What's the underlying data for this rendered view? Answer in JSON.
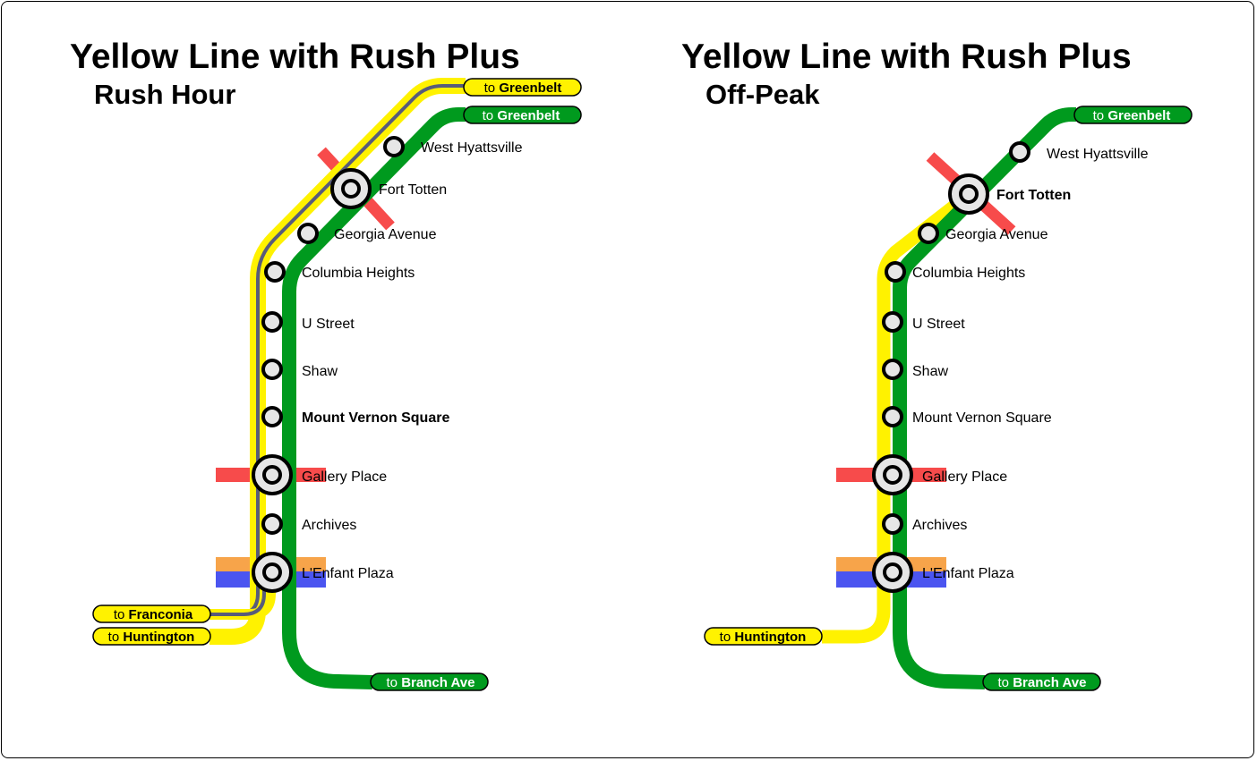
{
  "colors": {
    "yellow": "#FFF200",
    "green": "#009A1E",
    "red": "#F74B4B",
    "orange": "#F7A44A",
    "blue": "#4B55F0",
    "gray_track": "#585C7A",
    "station_fill": "#E6E6E6"
  },
  "panels": [
    {
      "title": "Yellow Line with Rush Plus",
      "subtitle": "Rush Hour",
      "terminals": [
        {
          "prefix": "to ",
          "name": "Greenbelt",
          "line": "yellow"
        },
        {
          "prefix": "to ",
          "name": "Greenbelt",
          "line": "green"
        },
        {
          "prefix": "to ",
          "name": "Franconia",
          "line": "yellow"
        },
        {
          "prefix": "to ",
          "name": "Huntington",
          "line": "yellow"
        },
        {
          "prefix": "to ",
          "name": "Branch Ave",
          "line": "green"
        }
      ],
      "stations": [
        {
          "name": "West Hyattsville",
          "bold": false,
          "transfer": false
        },
        {
          "name": "Fort Totten",
          "bold": false,
          "transfer": true
        },
        {
          "name": "Georgia Avenue",
          "bold": false,
          "transfer": false
        },
        {
          "name": "Columbia Heights",
          "bold": false,
          "transfer": false
        },
        {
          "name": "U Street",
          "bold": false,
          "transfer": false
        },
        {
          "name": "Shaw",
          "bold": false,
          "transfer": false
        },
        {
          "name": "Mount Vernon Square",
          "bold": true,
          "transfer": false
        },
        {
          "name": "Gallery Place",
          "bold": false,
          "transfer": true
        },
        {
          "name": "Archives",
          "bold": false,
          "transfer": false
        },
        {
          "name": "L'Enfant Plaza",
          "bold": false,
          "transfer": true
        }
      ]
    },
    {
      "title": "Yellow Line with Rush Plus",
      "subtitle": "Off-Peak",
      "terminals": [
        {
          "prefix": "to ",
          "name": "Greenbelt",
          "line": "green"
        },
        {
          "prefix": "to ",
          "name": "Huntington",
          "line": "yellow"
        },
        {
          "prefix": "to ",
          "name": "Branch Ave",
          "line": "green"
        }
      ],
      "stations": [
        {
          "name": "West Hyattsville",
          "bold": false,
          "transfer": false
        },
        {
          "name": "Fort Totten",
          "bold": true,
          "transfer": true
        },
        {
          "name": "Georgia Avenue",
          "bold": false,
          "transfer": false
        },
        {
          "name": "Columbia Heights",
          "bold": false,
          "transfer": false
        },
        {
          "name": "U Street",
          "bold": false,
          "transfer": false
        },
        {
          "name": "Shaw",
          "bold": false,
          "transfer": false
        },
        {
          "name": "Mount Vernon Square",
          "bold": false,
          "transfer": false
        },
        {
          "name": "Gallery Place",
          "bold": false,
          "transfer": true
        },
        {
          "name": "Archives",
          "bold": false,
          "transfer": false
        },
        {
          "name": "L'Enfant Plaza",
          "bold": false,
          "transfer": true
        }
      ]
    }
  ]
}
